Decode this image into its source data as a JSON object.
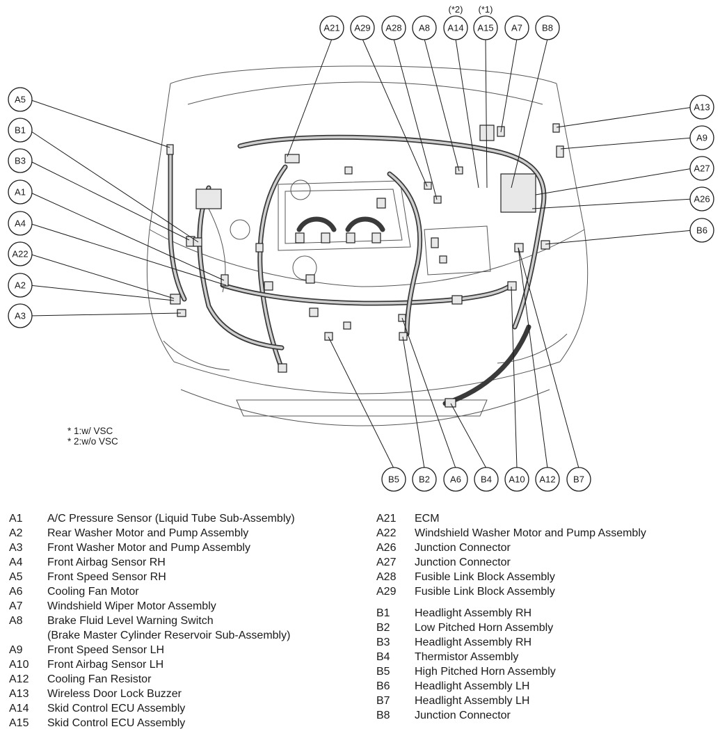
{
  "diagram": {
    "callouts_top": [
      "A21",
      "A29",
      "A28",
      "A8",
      "A14",
      "A15",
      "A7",
      "B8"
    ],
    "notes_top": {
      "A14": "(*2)",
      "A15": "(*1)"
    },
    "callouts_left": [
      "A5",
      "B1",
      "B3",
      "A1",
      "A4",
      "A22",
      "A2",
      "A3"
    ],
    "callouts_right": [
      "A13",
      "A9",
      "A27",
      "A26",
      "B6"
    ],
    "callouts_bottom": [
      "B5",
      "B2",
      "A6",
      "B4",
      "A10",
      "A12",
      "B7"
    ]
  },
  "footnotes": [
    "* 1:w/ VSC",
    "* 2:w/o VSC"
  ],
  "legend_left": [
    {
      "code": "A1",
      "desc": "A/C Pressure Sensor (Liquid Tube Sub-Assembly)"
    },
    {
      "code": "A2",
      "desc": "Rear Washer Motor and Pump Assembly"
    },
    {
      "code": "A3",
      "desc": "Front Washer Motor and Pump Assembly"
    },
    {
      "code": "A4",
      "desc": "Front Airbag Sensor RH"
    },
    {
      "code": "A5",
      "desc": "Front Speed Sensor RH"
    },
    {
      "code": "A6",
      "desc": "Cooling Fan Motor"
    },
    {
      "code": "A7",
      "desc": "Windshield Wiper Motor Assembly"
    },
    {
      "code": "A8",
      "desc": "Brake Fluid Level Warning Switch"
    },
    {
      "code": "",
      "desc": "(Brake Master Cylinder Reservoir Sub-Assembly)"
    },
    {
      "code": "A9",
      "desc": "Front Speed Sensor LH"
    },
    {
      "code": "A10",
      "desc": "Front Airbag Sensor LH"
    },
    {
      "code": "A12",
      "desc": "Cooling Fan Resistor"
    },
    {
      "code": "A13",
      "desc": "Wireless Door Lock Buzzer"
    },
    {
      "code": "A14",
      "desc": "Skid Control ECU Assembly"
    },
    {
      "code": "A15",
      "desc": "Skid Control ECU Assembly"
    }
  ],
  "legend_right_a": [
    {
      "code": "A21",
      "desc": "ECM"
    },
    {
      "code": "A22",
      "desc": "Windshield Washer Motor and Pump Assembly"
    },
    {
      "code": "A26",
      "desc": "Junction Connector"
    },
    {
      "code": "A27",
      "desc": "Junction Connector"
    },
    {
      "code": "A28",
      "desc": "Fusible Link Block Assembly"
    },
    {
      "code": "A29",
      "desc": "Fusible Link Block Assembly"
    }
  ],
  "legend_right_b": [
    {
      "code": "B1",
      "desc": "Headlight Assembly RH"
    },
    {
      "code": "B2",
      "desc": "Low Pitched Horn Assembly"
    },
    {
      "code": "B3",
      "desc": "Headlight Assembly RH"
    },
    {
      "code": "B4",
      "desc": "Thermistor Assembly"
    },
    {
      "code": "B5",
      "desc": "High Pitched Horn Assembly"
    },
    {
      "code": "B6",
      "desc": "Headlight Assembly LH"
    },
    {
      "code": "B7",
      "desc": "Headlight Assembly LH"
    },
    {
      "code": "B8",
      "desc": "Junction Connector"
    }
  ]
}
